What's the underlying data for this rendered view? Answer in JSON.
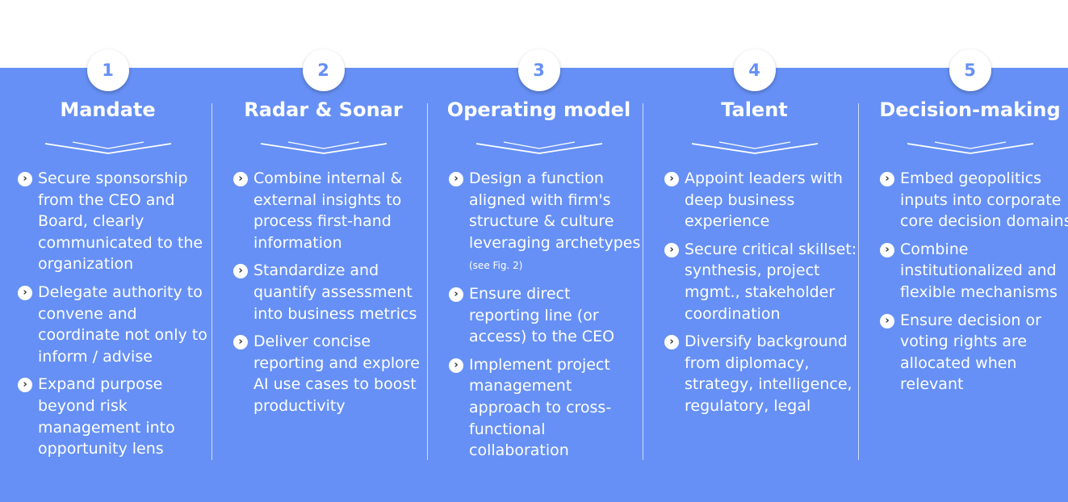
{
  "columns": [
    {
      "number": "1",
      "title": "Mandate",
      "items": [
        {
          "text": "Secure sponsorship from the CEO and Board, clearly communicated to the organization"
        },
        {
          "text": "Delegate authority to convene and coordinate not only to inform / advise"
        },
        {
          "text": "Expand purpose beyond risk management into opportunity lens"
        }
      ]
    },
    {
      "number": "2",
      "title": "Radar & Sonar",
      "items": [
        {
          "text": "Combine internal & external insights to process first-hand information"
        },
        {
          "text": "Standardize and quantify assessment into business metrics"
        },
        {
          "text": "Deliver concise reporting and explore AI use cases to boost productivity"
        }
      ]
    },
    {
      "number": "3",
      "title": "Operating model",
      "items": [
        {
          "text": "Design a function aligned with firm's structure & culture leveraging archetypes",
          "note": "(see Fig. 2)"
        },
        {
          "text": "Ensure direct reporting line (or access) to the CEO"
        },
        {
          "text": "Implement project management approach to cross-functional collaboration"
        }
      ]
    },
    {
      "number": "4",
      "title": "Talent",
      "items": [
        {
          "text": "Appoint leaders with deep business experience"
        },
        {
          "text": "Secure critical skillset: synthesis, project mgmt., stakeholder coordination"
        },
        {
          "text": "Diversify background from diplomacy, strategy, intelligence, regulatory, legal"
        }
      ]
    },
    {
      "number": "5",
      "title": "Decision-making",
      "items": [
        {
          "text": "Embed geopolitics inputs into corporate core decision domains"
        },
        {
          "text": "Combine institutionalized and flexible mechanisms"
        },
        {
          "text": "Ensure decision or voting rights are allocated when relevant"
        }
      ]
    }
  ],
  "colors": {
    "background": "#6690f5"
  }
}
